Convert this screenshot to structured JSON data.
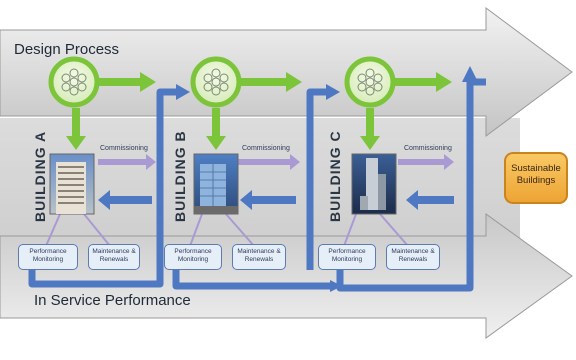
{
  "design_process_label": "Design Process",
  "service_label": "In Service Performance",
  "sustainable_label": "Sustainable Buildings",
  "buildings": [
    {
      "name": "BUILDING A",
      "commissioning": "Commissioning",
      "box1": "Performance Monitoring",
      "box2": "Maintenance & Renewals"
    },
    {
      "name": "BUILDING B",
      "commissioning": "Commissioning",
      "box1": "Performance Monitoring",
      "box2": "Maintenance & Renewals"
    },
    {
      "name": "BUILDING C",
      "commissioning": "Commissioning",
      "box1": "Performance Monitoring",
      "box2": "Maintenance & Renewals"
    }
  ],
  "colors": {
    "green": "#7cc53a",
    "blue": "#4f78c2",
    "lavender": "#a99ad4",
    "orange": "#f3b042"
  }
}
